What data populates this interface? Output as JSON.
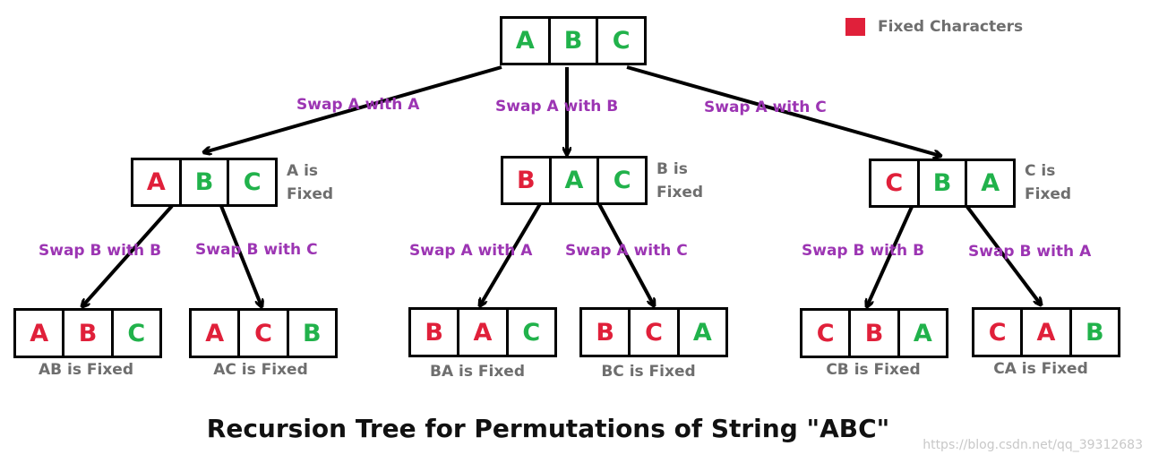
{
  "legend": {
    "label": "Fixed Characters",
    "color": "#e0203a"
  },
  "title": "Recursion Tree for Permutations of String \"ABC\"",
  "watermark": "https://blog.csdn.net/qq_39312683",
  "colors": {
    "fixed": "#e0203a",
    "free": "#21b24b",
    "edge_label": "#9c35b3",
    "note": "#6e6e6e"
  },
  "nodes": {
    "root": {
      "cells": [
        {
          "ch": "A",
          "fixed": false
        },
        {
          "ch": "B",
          "fixed": false
        },
        {
          "ch": "C",
          "fixed": false
        }
      ]
    },
    "n_abc": {
      "cells": [
        {
          "ch": "A",
          "fixed": true
        },
        {
          "ch": "B",
          "fixed": false
        },
        {
          "ch": "C",
          "fixed": false
        }
      ],
      "note_line1": "A is",
      "note_line2": "Fixed"
    },
    "n_bac": {
      "cells": [
        {
          "ch": "B",
          "fixed": true
        },
        {
          "ch": "A",
          "fixed": false
        },
        {
          "ch": "C",
          "fixed": false
        }
      ],
      "note_line1": "B is",
      "note_line2": "Fixed"
    },
    "n_cba": {
      "cells": [
        {
          "ch": "C",
          "fixed": true
        },
        {
          "ch": "B",
          "fixed": false
        },
        {
          "ch": "A",
          "fixed": false
        }
      ],
      "note_line1": "C is",
      "note_line2": "Fixed"
    },
    "l_abc": {
      "cells": [
        {
          "ch": "A",
          "fixed": true
        },
        {
          "ch": "B",
          "fixed": true
        },
        {
          "ch": "C",
          "fixed": false
        }
      ],
      "caption": "AB is Fixed"
    },
    "l_acb": {
      "cells": [
        {
          "ch": "A",
          "fixed": true
        },
        {
          "ch": "C",
          "fixed": true
        },
        {
          "ch": "B",
          "fixed": false
        }
      ],
      "caption": "AC is Fixed"
    },
    "l_bac": {
      "cells": [
        {
          "ch": "B",
          "fixed": true
        },
        {
          "ch": "A",
          "fixed": true
        },
        {
          "ch": "C",
          "fixed": false
        }
      ],
      "caption": "BA is Fixed"
    },
    "l_bca": {
      "cells": [
        {
          "ch": "B",
          "fixed": true
        },
        {
          "ch": "C",
          "fixed": true
        },
        {
          "ch": "A",
          "fixed": false
        }
      ],
      "caption": "BC is Fixed"
    },
    "l_cba": {
      "cells": [
        {
          "ch": "C",
          "fixed": true
        },
        {
          "ch": "B",
          "fixed": true
        },
        {
          "ch": "A",
          "fixed": false
        }
      ],
      "caption": "CB is Fixed"
    },
    "l_cab": {
      "cells": [
        {
          "ch": "C",
          "fixed": true
        },
        {
          "ch": "A",
          "fixed": true
        },
        {
          "ch": "B",
          "fixed": false
        }
      ],
      "caption": "CA is Fixed"
    }
  },
  "edges": [
    {
      "from": "root",
      "to": "n_abc",
      "label": "Swap A with A"
    },
    {
      "from": "root",
      "to": "n_bac",
      "label": "Swap A with B"
    },
    {
      "from": "root",
      "to": "n_cba",
      "label": "Swap A with C"
    },
    {
      "from": "n_abc",
      "to": "l_abc",
      "label": "Swap B with B"
    },
    {
      "from": "n_abc",
      "to": "l_acb",
      "label": "Swap B with C"
    },
    {
      "from": "n_bac",
      "to": "l_bac",
      "label": "Swap A with A"
    },
    {
      "from": "n_bac",
      "to": "l_bca",
      "label": "Swap A with C"
    },
    {
      "from": "n_cba",
      "to": "l_cba",
      "label": "Swap B with B"
    },
    {
      "from": "n_cba",
      "to": "l_cab",
      "label": "Swap B with A"
    }
  ]
}
